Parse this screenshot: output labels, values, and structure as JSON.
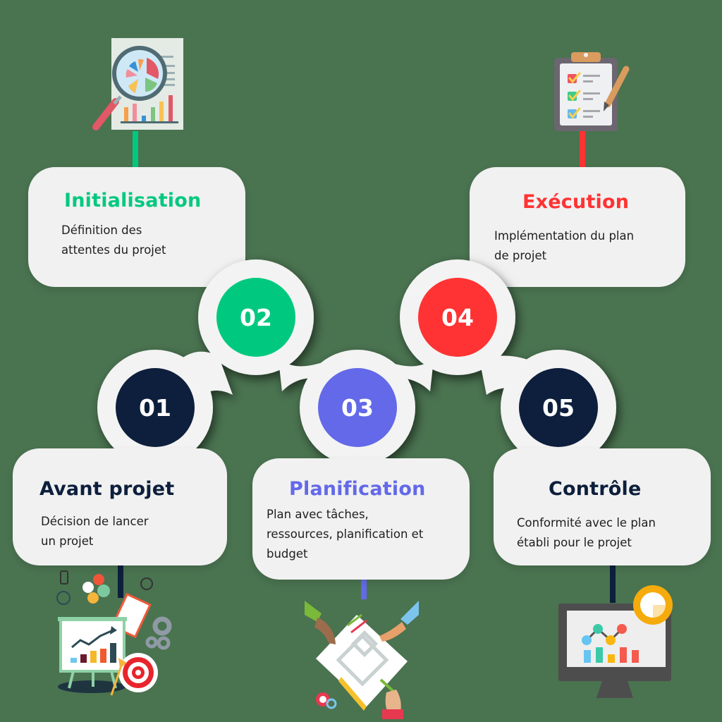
{
  "colors": {
    "background": "#4a7350",
    "card": "#f1f1f1",
    "chain": "#f3f3f3",
    "navy": "#0d1f3c",
    "green": "#00c97f",
    "red": "#ff3333",
    "purple": "#6369e8",
    "body_text": "#1e1e1e"
  },
  "steps": [
    {
      "number": "01",
      "title": "Avant projet",
      "description_lines": [
        "Décision de lancer",
        "un projet"
      ],
      "color": "#0d1f3c",
      "illustration": "presentation-board-target-icon"
    },
    {
      "number": "02",
      "title": "Initialisation",
      "description_lines": [
        "Définition des",
        "attentes du projet"
      ],
      "color": "#00c97f",
      "illustration": "document-magnifier-chart-icon"
    },
    {
      "number": "03",
      "title": "Planification",
      "description_lines": [
        "Plan avec tâches,",
        "ressources, planification et",
        "budget"
      ],
      "color": "#6369e8",
      "illustration": "hands-blueprint-icon"
    },
    {
      "number": "04",
      "title": "Exécution",
      "description_lines": [
        "Implémentation du plan",
        "de projet"
      ],
      "color": "#ff3333",
      "illustration": "clipboard-checklist-icon"
    },
    {
      "number": "05",
      "title": "Contrôle",
      "description_lines": [
        "Conformité avec le plan",
        "établi pour le projet"
      ],
      "color": "#0d1f3c",
      "illustration": "monitor-analytics-icon"
    }
  ]
}
